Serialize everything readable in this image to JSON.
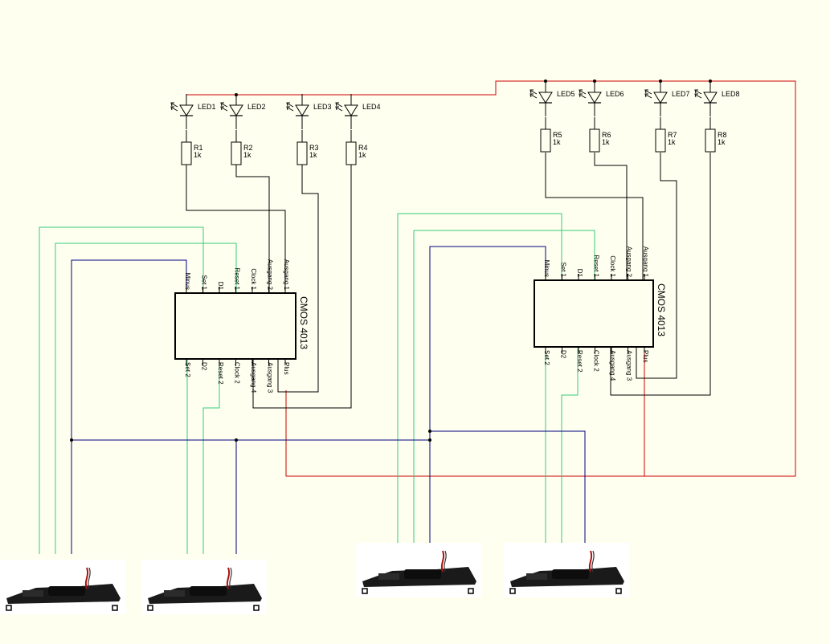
{
  "colors": {
    "background": "#fffff0",
    "wire_black": "#000000",
    "wire_red": "#cc0000",
    "wire_green": "#33cc77",
    "wire_blue": "#000080"
  },
  "leds": [
    "LED1",
    "LED2",
    "LED3",
    "LED4",
    "LED5",
    "LED6",
    "LED7",
    "LED8"
  ],
  "resistors": [
    {
      "name": "R1",
      "value": "1k"
    },
    {
      "name": "R2",
      "value": "1k"
    },
    {
      "name": "R3",
      "value": "1k"
    },
    {
      "name": "R4",
      "value": "1k"
    },
    {
      "name": "R5",
      "value": "1k"
    },
    {
      "name": "R6",
      "value": "1k"
    },
    {
      "name": "R7",
      "value": "1k"
    },
    {
      "name": "R8",
      "value": "1k"
    }
  ],
  "chips": [
    {
      "label": "CMOS 4013",
      "top_pins": [
        "Minus",
        "Set 1",
        "D1",
        "Reset 1",
        "Clock 1",
        "Ausgang 2",
        "Ausgang 1"
      ],
      "bottom_pins": [
        "Set 2",
        "D2",
        "Reset 2",
        "Clock 2",
        "Ausgang 4",
        "Ausgang 3",
        "Plus"
      ]
    },
    {
      "label": "CMOS 4013",
      "top_pins": [
        "Minus",
        "Set 1",
        "D1",
        "Reset 1",
        "Clock 1",
        "Ausgang 2",
        "Ausgang 1"
      ],
      "bottom_pins": [
        "Set 2",
        "D2",
        "Reset 2",
        "Clock 2",
        "Ausgang 4",
        "Ausgang 3",
        "Plus"
      ]
    }
  ],
  "switch_icon": "point-motor-drive-icon",
  "switch_count": 4
}
